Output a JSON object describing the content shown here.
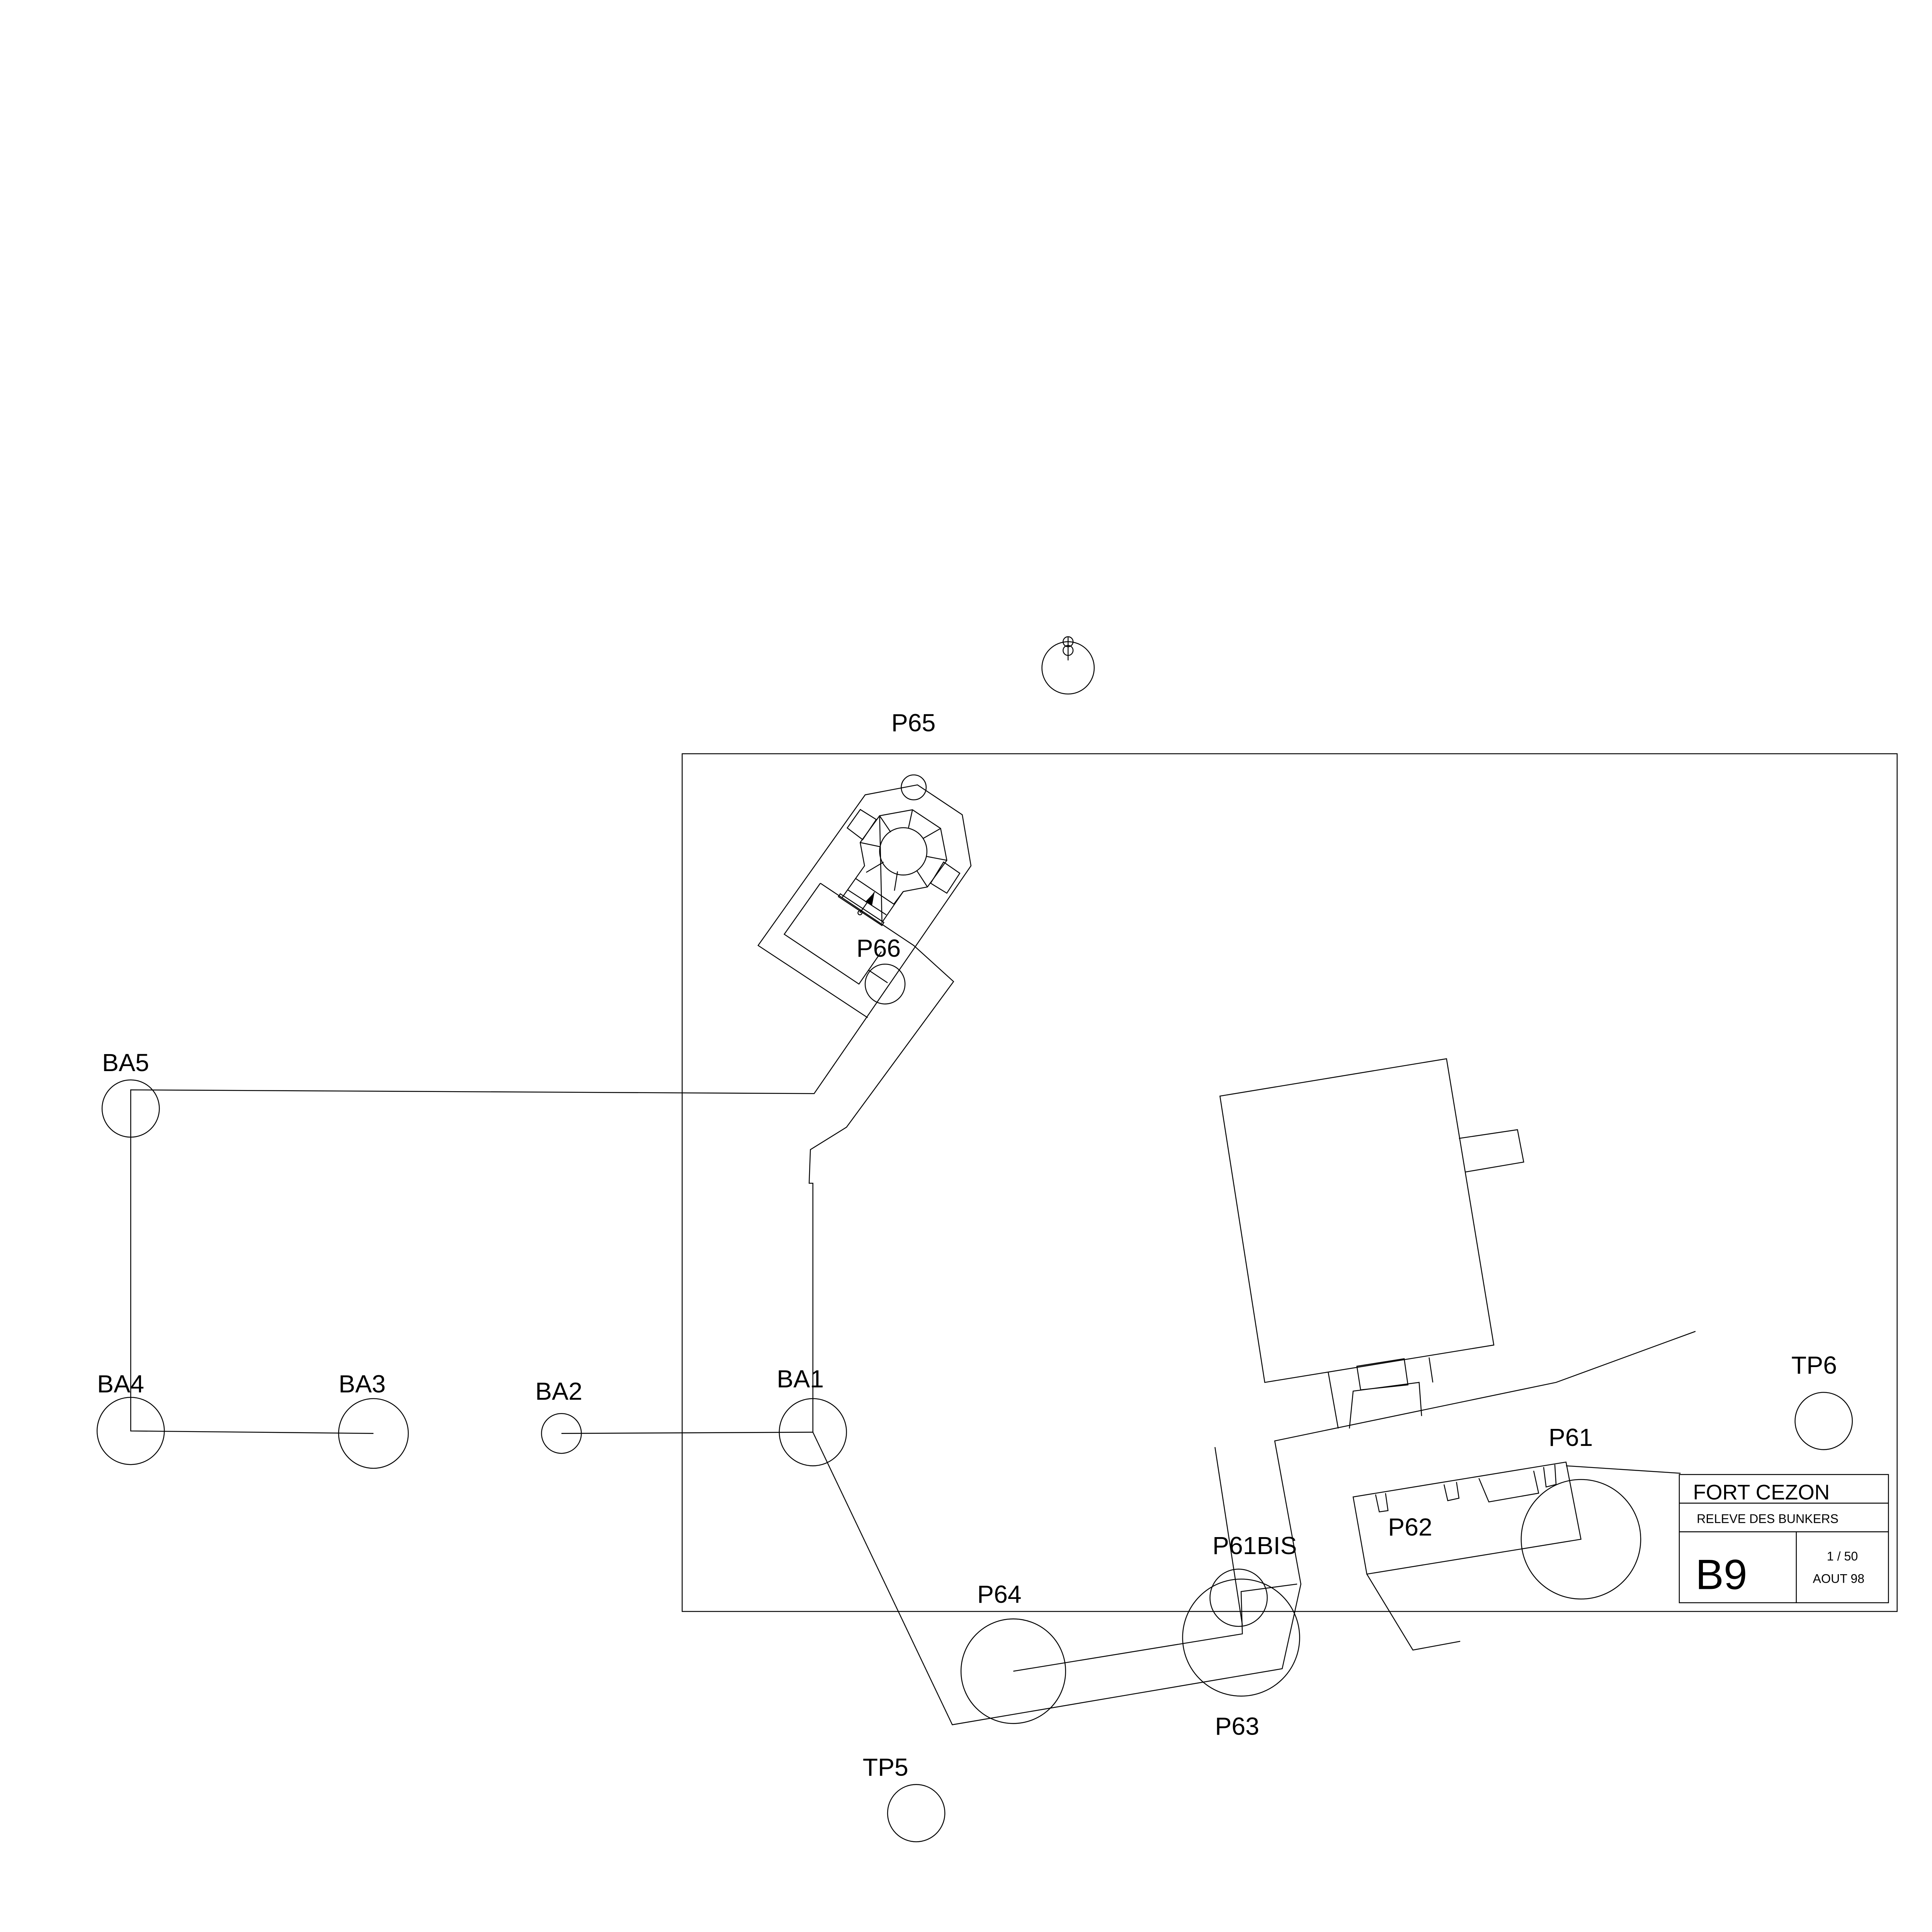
{
  "labels": {
    "p65": "P65",
    "p66": "P66",
    "ba5": "BA5",
    "ba4": "BA4",
    "ba3": "BA3",
    "ba2": "BA2",
    "ba1": "BA1",
    "p64": "P64",
    "p61bis": "P61BIS",
    "p62": "P62",
    "p61": "P61",
    "tp6": "TP6",
    "p63": "P63",
    "tp5": "TP5"
  },
  "title_block": {
    "site": "FORT CEZON",
    "subtitle": "RELEVE DES BUNKERS",
    "sheet": "B9",
    "scale": "1 / 50",
    "date": "AOUT 98"
  },
  "colors": {
    "line": "#000000",
    "background": "#ffffff"
  }
}
